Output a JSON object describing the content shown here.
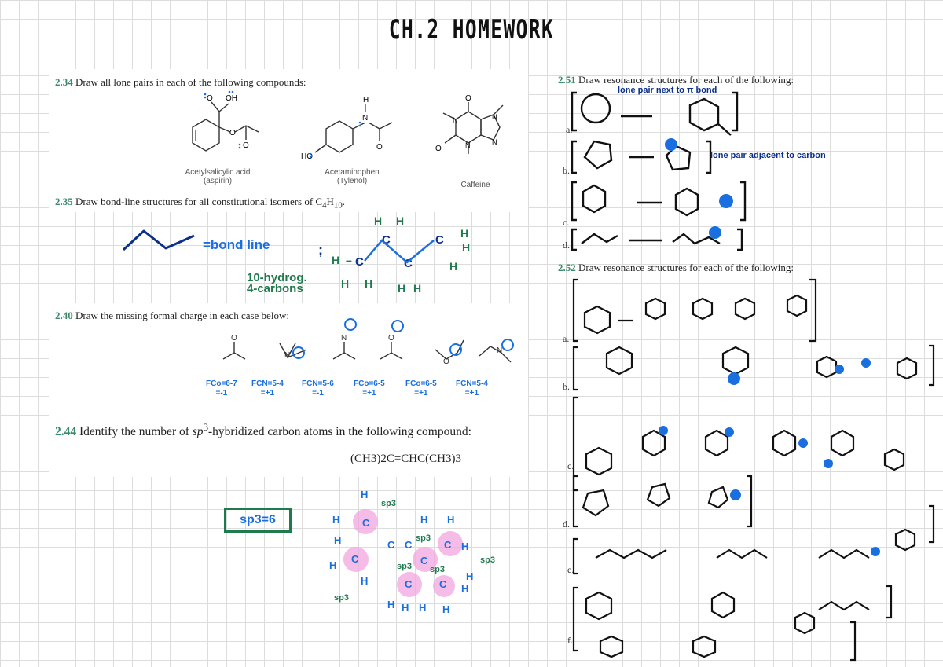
{
  "title": "CH.2 HOMEWORK",
  "left": {
    "q234": {
      "num": "2.34",
      "text": "Draw all lone pairs in each of the following compounds:"
    },
    "compounds": [
      {
        "name": "Acetylsalicylic acid",
        "sub": "(aspirin)"
      },
      {
        "name": "Acetaminophen",
        "sub": "(Tylenol)"
      },
      {
        "name": "Caffeine",
        "sub": ""
      }
    ],
    "q235": {
      "num": "2.35",
      "text": "Draw bond-line structures for all constitutional isomers of C",
      "formula_sub": "4",
      "formula_h": "H",
      "formula_sub2": "10",
      "end": "."
    },
    "q235_notes": {
      "bond_line": "=bond line",
      "semicolon": ";",
      "hydrogen_note_1": "10-hydrog.",
      "hydrogen_note_2": "4-carbons"
    },
    "q240": {
      "num": "2.40",
      "text": "Draw the missing formal charge in each case below:"
    },
    "fc_labels": [
      {
        "eq": "FCo=6-7",
        "res": "=-1"
      },
      {
        "eq": "FCN=5-4",
        "res": "=+1"
      },
      {
        "eq": "FCN=5-6",
        "res": "=-1"
      },
      {
        "eq": "FCo=6-5",
        "res": "=+1"
      },
      {
        "eq": "FCo=6-5",
        "res": "=+1"
      },
      {
        "eq": "FCN=5-4",
        "res": "=+1"
      }
    ],
    "q244": {
      "num": "2.44",
      "text_pre": "Identify the number of ",
      "sp": "sp",
      "sup": "3",
      "text_post": "-hybridized carbon atoms in the following compound:"
    },
    "q244_formula": "(CH3)2C=CHC(CH3)3",
    "answer_box": "sp3=6",
    "sp3_labels": [
      "sp3",
      "sp3",
      "sp3",
      "sp3",
      "sp3",
      "sp3"
    ]
  },
  "right": {
    "q251": {
      "num": "2.51",
      "text": "Draw resonance structures for each of the following:"
    },
    "q251_notes": {
      "a": "lone pair next to π bond",
      "b": "lone pair adjacent to carbon"
    },
    "q252": {
      "num": "2.52",
      "text": "Draw resonance structures for each of the following:"
    },
    "parts_251": [
      "a.",
      "b.",
      "c.",
      "d."
    ],
    "parts_252": [
      "a.",
      "b.",
      "c.",
      "d.",
      "e.",
      "f."
    ]
  },
  "colors": {
    "accent_green": "#3a8a6a",
    "ink_blue": "#1a6fe0",
    "ink_navy": "#0b2f8a",
    "ink_green": "#1f7a4e",
    "highlight_pink": "#f2a6e0"
  }
}
